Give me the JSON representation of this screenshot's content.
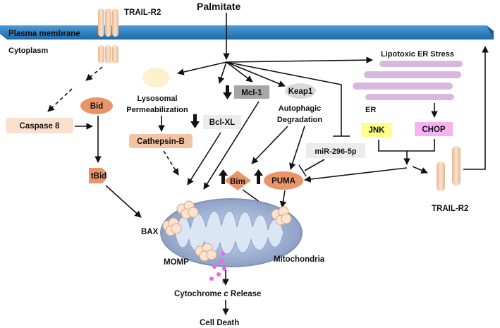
{
  "diagram": {
    "palmitate": "Palmitate",
    "plasma_membrane": "Plasma membrane",
    "cytoplasm": "Cytoplasm",
    "trail_r2_top": "TRAIL-R2",
    "trail_r2_right": "TRAIL-R2",
    "lipotoxic_er_stress": "Lipotoxic ER Stress",
    "er": "ER",
    "jnk": "JNK",
    "chop": "CHOP",
    "lysosomal_line1": "Lysosomal",
    "lysosomal_line2": "Permeabilization",
    "cathepsin_b": "Cathepsin-B",
    "mcl1": "Mcl-1",
    "bclxl": "Bcl-XL",
    "keap1": "Keap1",
    "autophagic_line1": "Autophagic",
    "autophagic_line2": "Degradation",
    "mir": "miR-296-5p",
    "bid": "Bid",
    "tbid": "tBid",
    "caspase8": "Caspase 8",
    "bim": "Bim",
    "puma": "PUMA",
    "bax": "BAX",
    "momp": "MOMP",
    "mitochondria": "Mitochondria",
    "cytochrome_pre": "Cytochrome ",
    "cytochrome_c": "c",
    "cytochrome_post": " Release",
    "cell_death": "Cell Death"
  },
  "colors": {
    "membrane": "#2a7fc4",
    "receptor": "#f2c8a6",
    "salmon": "#e8956a",
    "salmon_light": "#f8dcc8",
    "gray_dark": "#a6a6a6",
    "gray_light": "#ececec",
    "er_purple": "#d9b8e0",
    "jnk_yellow": "#ffff8c",
    "chop_pink": "#f7b2f2",
    "mito_outer": "#8c9ec2",
    "mito_inner": "#b9cde8",
    "cytochrome_dots": "#ee66ee",
    "lyso_yellow": "#fbf1cc"
  }
}
